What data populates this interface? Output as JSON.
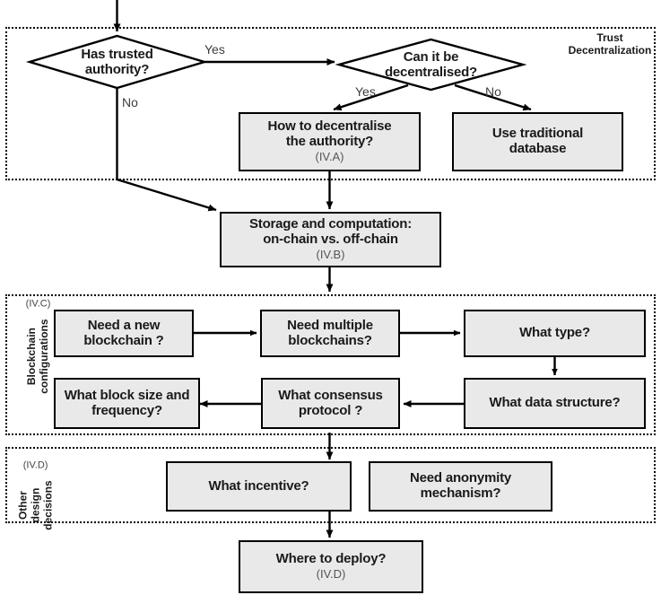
{
  "diagram": {
    "title": "Blockchain design decision flowchart",
    "colors": {
      "node_fill": "#e9e9e9",
      "node_border": "#000000",
      "group_border": "#000000",
      "text": "#1a1a1a",
      "label_text": "#3d3d3d"
    }
  },
  "groups": [
    {
      "id": "trust",
      "label": "Trust Decentralization",
      "section": ""
    },
    {
      "id": "config",
      "label_line1": "Blockchain",
      "label_line2": "configurations",
      "section": "(IV.C)"
    },
    {
      "id": "other",
      "label_line1": "Other",
      "label_line2": "design",
      "label_line3": "decisions",
      "section": "(IV.D)"
    }
  ],
  "decisions": [
    {
      "id": "has-trusted-authority",
      "line1": "Has trusted",
      "line2": "authority?"
    },
    {
      "id": "can-it-be-decentralised",
      "line1": "Can it be",
      "line2": "decentralised?"
    }
  ],
  "nodes": [
    {
      "id": "how-to-decentralise",
      "line1": "How to decentralise",
      "line2": "the authority?",
      "section": "(IV.A)"
    },
    {
      "id": "use-traditional-database",
      "line1": "Use traditional",
      "line2": "database",
      "section": ""
    },
    {
      "id": "storage-and-computation",
      "line1": "Storage and computation:",
      "line2": "on-chain vs. off-chain",
      "section": "(IV.B)"
    },
    {
      "id": "need-a-new-blockchain",
      "line1": "Need a new",
      "line2": "blockchain ?",
      "section": ""
    },
    {
      "id": "need-multiple-blockchains",
      "line1": "Need multiple",
      "line2": "blockchains?",
      "section": ""
    },
    {
      "id": "what-type",
      "line1": "What type?",
      "line2": "",
      "section": ""
    },
    {
      "id": "what-block-size-and-frequency",
      "line1": "What block size and",
      "line2": "frequency?",
      "section": ""
    },
    {
      "id": "what-consensus-protocol",
      "line1": "What consensus",
      "line2": "protocol ?",
      "section": ""
    },
    {
      "id": "what-data-structure",
      "line1": "What data structure?",
      "line2": "",
      "section": ""
    },
    {
      "id": "what-incentive",
      "line1": "What incentive?",
      "line2": "",
      "section": ""
    },
    {
      "id": "need-anonymity-mechanism",
      "line1": "Need anonymity",
      "line2": "mechanism?",
      "section": ""
    },
    {
      "id": "where-to-deploy",
      "line1": "Where to deploy?",
      "line2": "",
      "section": "(IV.D)"
    }
  ],
  "edge_labels": [
    {
      "id": "yes-trusted",
      "text": "Yes"
    },
    {
      "id": "no-trusted",
      "text": "No"
    },
    {
      "id": "yes-decentralised",
      "text": "Yes"
    },
    {
      "id": "no-decentralised",
      "text": "No"
    }
  ]
}
